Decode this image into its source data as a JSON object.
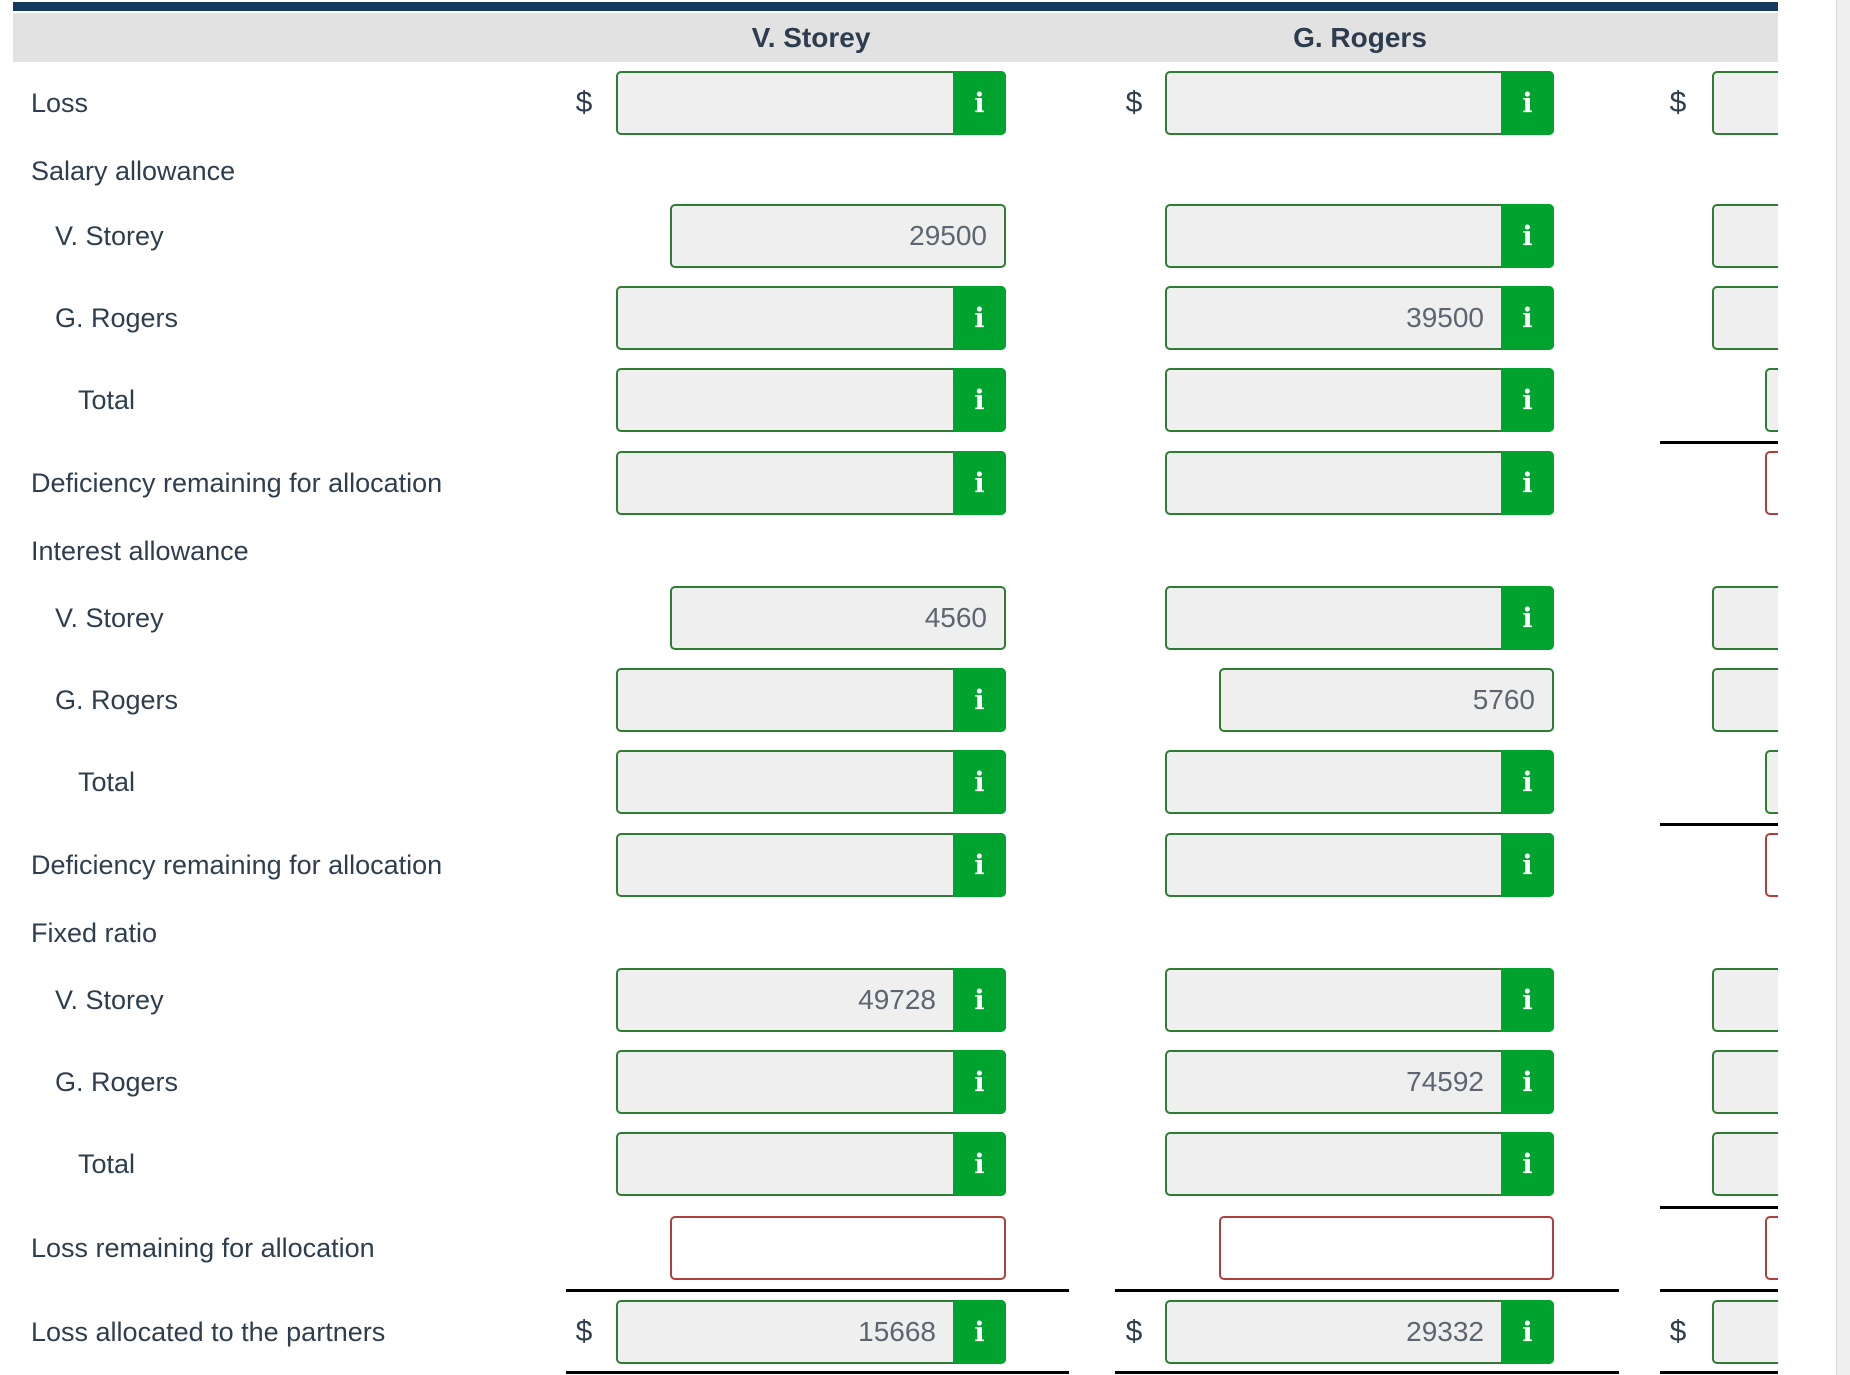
{
  "currency_symbol": "$",
  "info_icon": {
    "glyph": "i"
  },
  "colors": {
    "accent_green": "#00a32e",
    "input_border_green": "#2e7d32",
    "error_red": "#ad403d",
    "header_band": "#e2e2e2",
    "title_bar_navy": "#16395e",
    "text_navy": "#2e3e4e",
    "value_gray": "#5d6670"
  },
  "header": {
    "columns": [
      {
        "label": "V. Storey"
      },
      {
        "label": "G. Rogers"
      }
    ]
  },
  "rows": [
    {
      "label": "Loss"
    },
    {
      "label": "Salary allowance"
    },
    {
      "label": "V. Storey",
      "v_storey": "29500"
    },
    {
      "label": "G. Rogers",
      "g_rogers": "39500"
    },
    {
      "label": "Total"
    },
    {
      "label": "Deficiency remaining for allocation"
    },
    {
      "label": "Interest allowance"
    },
    {
      "label": "V. Storey",
      "v_storey": "4560"
    },
    {
      "label": "G. Rogers",
      "g_rogers": "5760"
    },
    {
      "label": "Total"
    },
    {
      "label": "Deficiency remaining for allocation"
    },
    {
      "label": "Fixed ratio"
    },
    {
      "label": "V. Storey",
      "v_storey": "49728"
    },
    {
      "label": "G. Rogers",
      "g_rogers": "74592"
    },
    {
      "label": "Total"
    },
    {
      "label": "Loss remaining for allocation"
    },
    {
      "label": "Loss allocated to the partners",
      "v_storey": "15668",
      "g_rogers": "29332"
    }
  ]
}
